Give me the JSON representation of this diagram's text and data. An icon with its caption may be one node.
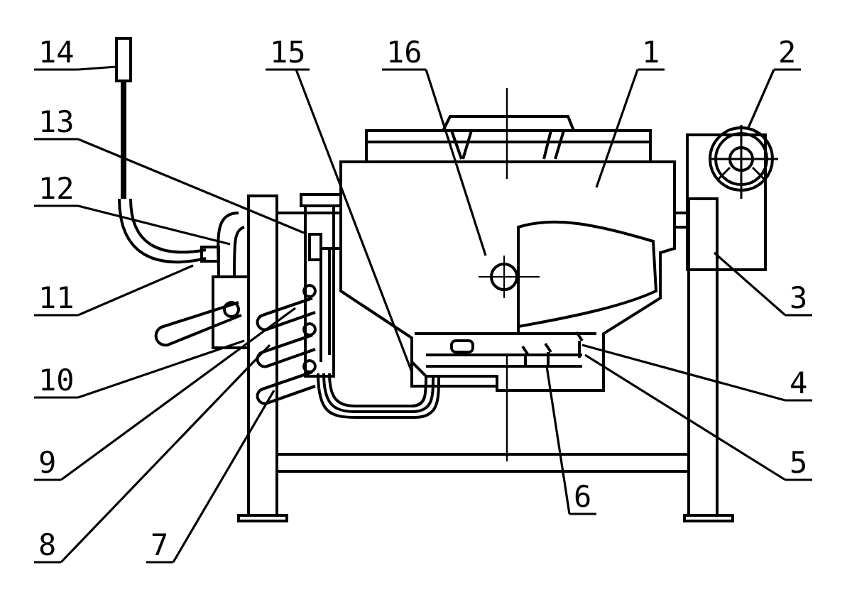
{
  "diagram": {
    "nodes": [
      {
        "text": [
          "14"
        ]
      },
      {
        "text": [
          "15"
        ]
      },
      {
        "text": [
          "16"
        ]
      },
      {
        "text": [
          "1"
        ]
      },
      {
        "text": [
          "2"
        ]
      },
      {
        "text": [
          "13"
        ]
      },
      {
        "text": [
          "12"
        ]
      },
      {
        "text": [
          "11"
        ]
      },
      {
        "text": [
          "3"
        ]
      },
      {
        "text": [
          "10"
        ]
      },
      {
        "text": [
          "4"
        ]
      },
      {
        "text": [
          "9"
        ]
      },
      {
        "text": [
          "5"
        ]
      },
      {
        "text": [
          "6"
        ]
      },
      {
        "text": [
          "7"
        ]
      },
      {
        "text": [
          "8"
        ]
      }
    ],
    "edges": [
      {
        "from": 0,
        "to": null,
        "arrow": "none"
      },
      {
        "from": 1,
        "to": null,
        "arrow": "none"
      },
      {
        "from": 2,
        "to": null,
        "arrow": "none"
      },
      {
        "from": 3,
        "to": null,
        "arrow": "none"
      },
      {
        "from": 4,
        "to": null,
        "arrow": "none"
      },
      {
        "from": 5,
        "to": null,
        "arrow": "none"
      },
      {
        "from": 6,
        "to": null,
        "arrow": "none"
      },
      {
        "from": 7,
        "to": null,
        "arrow": "none"
      },
      {
        "from": 8,
        "to": null,
        "arrow": "none"
      },
      {
        "from": 9,
        "to": null,
        "arrow": "none"
      },
      {
        "from": 10,
        "to": null,
        "arrow": "none"
      },
      {
        "from": 11,
        "to": null,
        "arrow": "none"
      },
      {
        "from": 12,
        "to": null,
        "arrow": "none"
      },
      {
        "from": 13,
        "to": null,
        "arrow": "none"
      },
      {
        "from": 14,
        "to": null,
        "arrow": "none"
      },
      {
        "from": 15,
        "to": null,
        "arrow": "none"
      }
    ]
  }
}
